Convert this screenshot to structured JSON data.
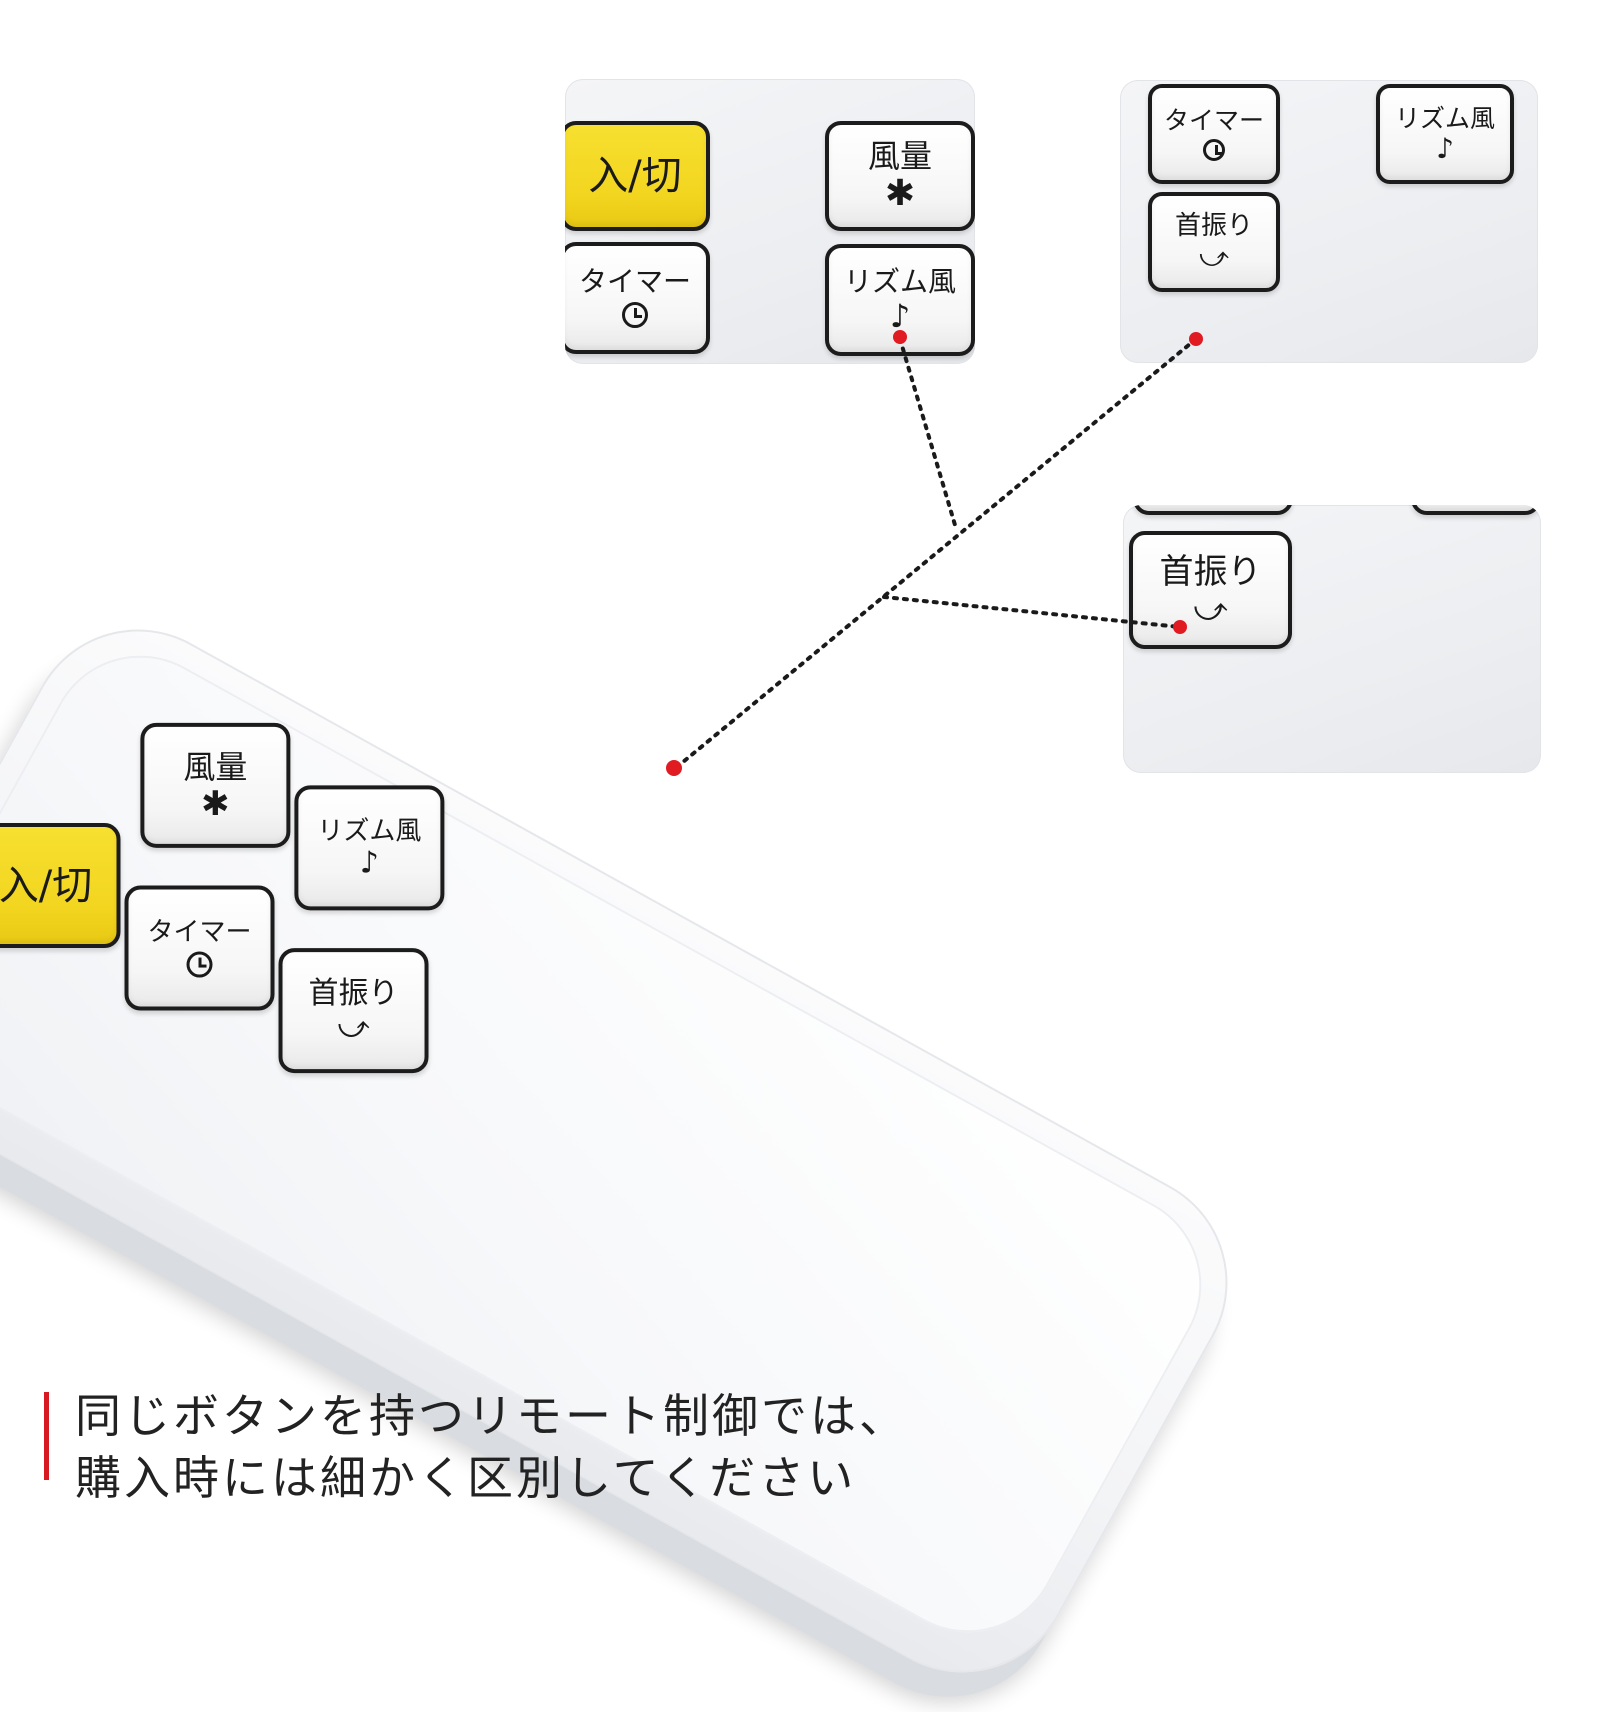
{
  "colors": {
    "accent_red": "#e01b22",
    "key_yellow": "#f2d51f",
    "key_border": "#1c1c1c",
    "caption_bar": "#d71a21"
  },
  "buttons": {
    "power": "入/切",
    "fan_speed": "風量",
    "timer": "タイマー",
    "rhythm": "リズム風",
    "swing": "首振り"
  },
  "icons": {
    "fan_speed": "fan-icon",
    "timer": "clock-icon",
    "rhythm": "music-note-icon",
    "swing": "swing-arrow-icon"
  },
  "symbols": {
    "fan": "✱",
    "note": "♪",
    "swing": "⤻"
  },
  "caption": {
    "line1": "同じボタンを持つリモート制御では、",
    "line2": "購入時には細かく区別してください"
  }
}
